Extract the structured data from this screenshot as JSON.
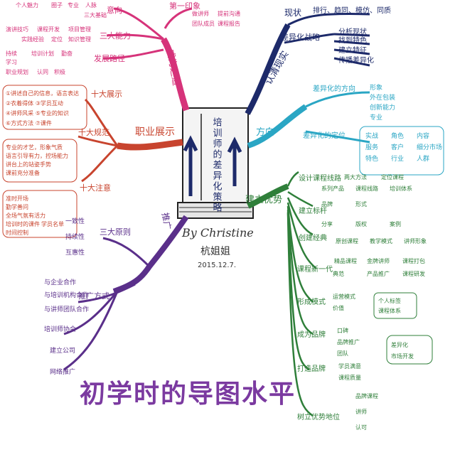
{
  "colors": {
    "pink": "#d6337a",
    "red": "#c8442e",
    "navy": "#1d2a6a",
    "teal": "#2aa6c4",
    "green": "#2f7f3a",
    "purple": "#5a2f8a",
    "caption": "#7b3aa0"
  },
  "center": {
    "title_vertical": "培训师的差异化策略",
    "author": "By Christine",
    "name": "杭姐姐",
    "date": "2015.12.7."
  },
  "branches": {
    "cheng_wei_zhi_dao": {
      "label": "成为之道",
      "items": [
        "意向",
        "三大能力",
        "发展路径",
        "第一印象"
      ],
      "leaves": [
        "个人魅力",
        "圈子",
        "专业",
        "人脉",
        "三大基础",
        "演讲技巧",
        "课程开发",
        "项目管理",
        "实践经验",
        "定位",
        "知识管理",
        "持续",
        "学习",
        "培训计划",
        "勤奋",
        "职业规划",
        "认同",
        "积极",
        "做讲师",
        "提前沟通",
        "团队成员",
        "课程报告"
      ]
    },
    "lie_ji_zhan_shi": {
      "label": "职业展示",
      "items": [
        "十大展示",
        "十大规范",
        "十大注意"
      ],
      "leaves": [
        "①讲述自己的信息，语言表达",
        "②衣着得体 ③学员互动",
        "④讲师风采 ⑤专业的知识",
        "⑥方式方法 ⑦课件",
        "专业的才艺，形象气质",
        "语言引导有力，控场能力",
        "讲台上的站姿手势",
        "课前充分准备",
        "准时开场",
        "勤学善问",
        "全场气氛有活力",
        "培训时的课件",
        "学员名单",
        "时间控制"
      ]
    },
    "tui_guang": {
      "label": "推广",
      "items": [
        "三大原则",
        "推广方式"
      ],
      "leaves": [
        "一致性",
        "持续性",
        "互惠性",
        "与企业合作",
        "与培训机构合作",
        "与讲师团队合作",
        "培训师协会",
        "建立公司",
        "网络推广"
      ]
    },
    "ren_qing_xian_shi": {
      "label": "认清现实",
      "items": [
        "现状",
        "差异化战略"
      ],
      "leaves": [
        "排行、趋同、模仿、同质",
        "分析现状",
        "找到特色",
        "建立特征",
        "传播差异化"
      ]
    },
    "xiang_zhong_fang_xiang": {
      "label": "方向",
      "items": [
        "差异化的方向",
        "差异化的定位"
      ],
      "leaves": [
        "形象",
        "外在包装",
        "创新能力",
        "专业",
        "实战",
        "角色",
        "内容",
        "服务",
        "客户",
        "细分市场",
        "特色",
        "行业",
        "人群"
      ]
    },
    "jian_li_you_shi": {
      "label": "建立优势",
      "items": [
        "设计课程线路",
        "建立标杆",
        "创建经典",
        "课程新一代",
        "形成模式",
        "成为品牌",
        "打造品牌",
        "树立优势地位"
      ],
      "leaves": [
        "两大方法",
        "定位课程",
        "系列产品",
        "课程线路",
        "培训体系",
        "品牌",
        "形式",
        "分享",
        "版权",
        "案例",
        "原创课程",
        "教学模式",
        "讲师形象",
        "精品课程",
        "金牌讲师",
        "课程打包",
        "典范",
        "产品推广",
        "课程研发",
        "运营模式",
        "价值",
        "个人标签",
        "课程体系",
        "口碑",
        "品牌推广",
        "团队",
        "差异化",
        "市场开发",
        "学员满意",
        "课程质量",
        "品牌课程",
        "讲师",
        "认可"
      ]
    }
  },
  "caption": "初学时的导图水平"
}
